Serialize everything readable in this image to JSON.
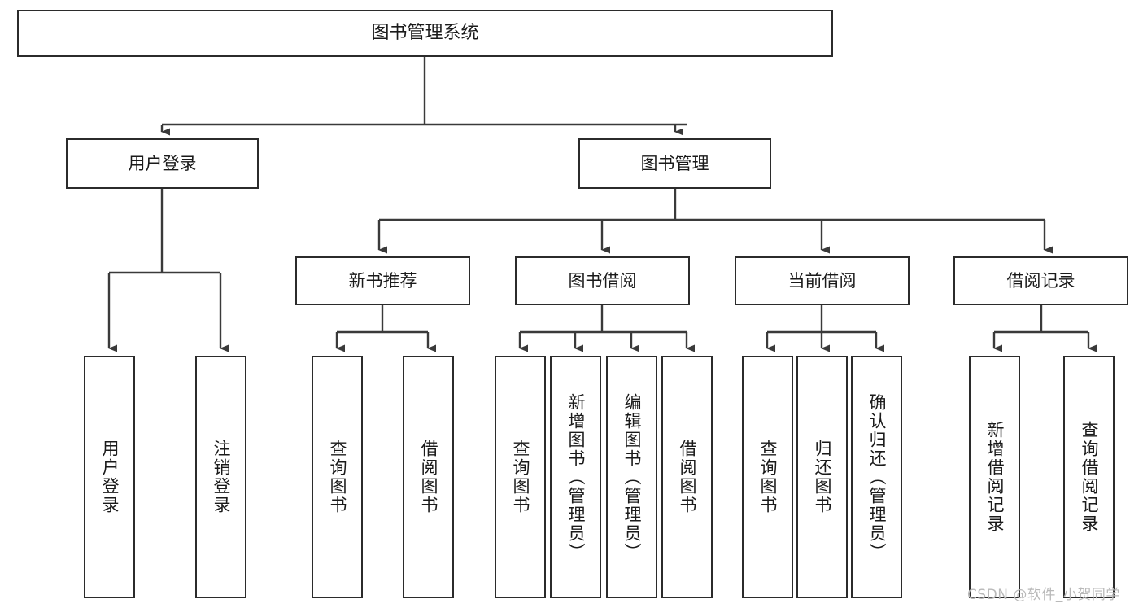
{
  "diagram": {
    "title": "图书管理系统",
    "type": "functional-structure-tree",
    "colors": {
      "box_border": "#2b2b2b",
      "box_fill": "#ffffff",
      "connector": "#3a3a3a",
      "text": "#1a1a1a",
      "watermark": "#b9b9b9",
      "background": "#ffffff"
    },
    "root": {
      "label": "图书管理系统"
    },
    "level2": [
      {
        "id": "user-login",
        "label": "用户登录"
      },
      {
        "id": "book-manage",
        "label": "图书管理"
      }
    ],
    "level3": [
      {
        "id": "new-book-recommend",
        "label": "新书推荐"
      },
      {
        "id": "book-borrow",
        "label": "图书借阅"
      },
      {
        "id": "current-borrow",
        "label": "当前借阅"
      },
      {
        "id": "borrow-record",
        "label": "借阅记录"
      }
    ],
    "leaves": {
      "user_login": [
        {
          "id": "leaf-user-login",
          "label": "用户登录"
        },
        {
          "id": "leaf-logout-login",
          "label": "注销登录"
        }
      ],
      "new_book_recommend": [
        {
          "id": "leaf-query-book-1",
          "label": "查询图书"
        },
        {
          "id": "leaf-borrow-book-1",
          "label": "借阅图书"
        }
      ],
      "book_borrow": [
        {
          "id": "leaf-query-book-2",
          "label": "查询图书"
        },
        {
          "id": "leaf-add-book",
          "label": "新增图书（管理员）"
        },
        {
          "id": "leaf-edit-book",
          "label": "编辑图书（管理员）"
        },
        {
          "id": "leaf-borrow-book-2",
          "label": "借阅图书"
        }
      ],
      "current_borrow": [
        {
          "id": "leaf-query-book-3",
          "label": "查询图书"
        },
        {
          "id": "leaf-return-book",
          "label": "归还图书"
        },
        {
          "id": "leaf-confirm-return",
          "label": "确认归还（管理员）"
        }
      ],
      "borrow_record": [
        {
          "id": "leaf-add-record",
          "label": "新增借阅记录"
        },
        {
          "id": "leaf-query-record",
          "label": "查询借阅记录"
        }
      ]
    },
    "watermark": "CSDN @软件_小贺同学"
  }
}
